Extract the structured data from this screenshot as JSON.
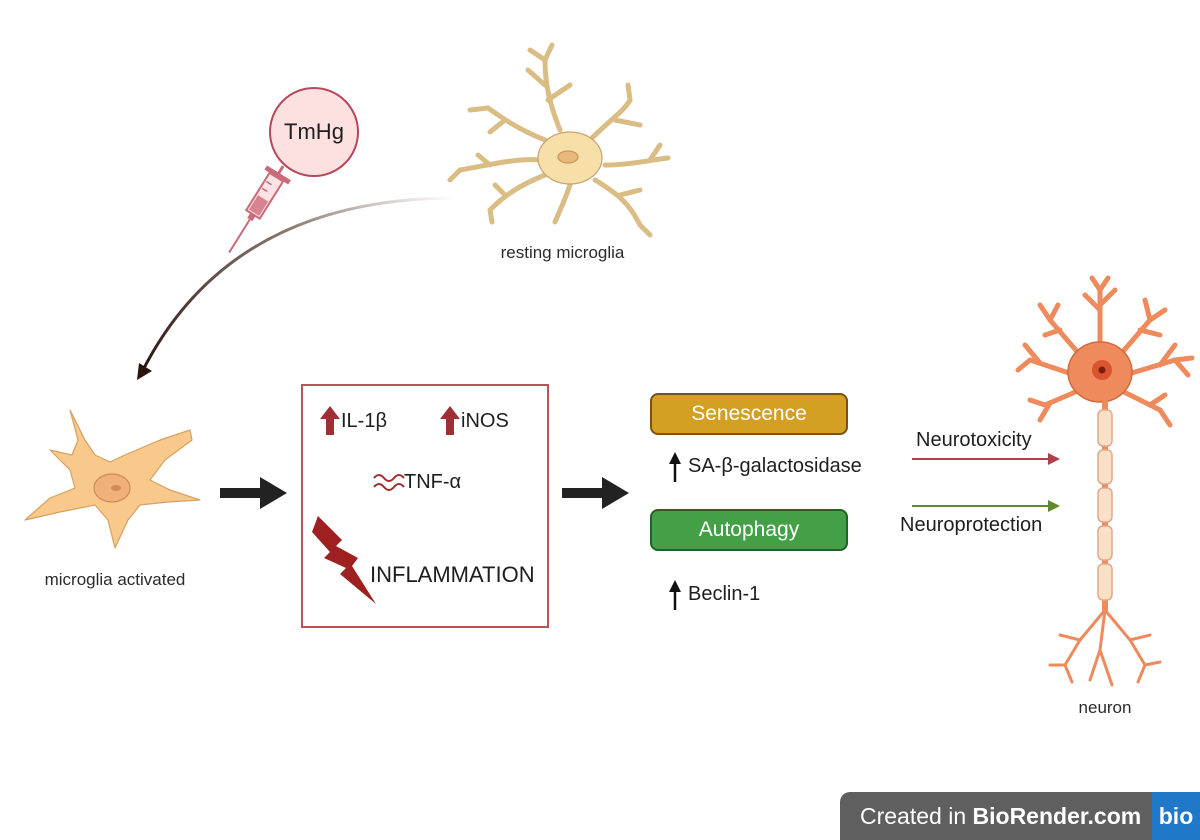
{
  "stimulus": {
    "label": "TmHg"
  },
  "cells": {
    "resting": "resting microglia",
    "activated": "microglia activated",
    "neuron": "neuron"
  },
  "inflammation_box": {
    "il1b": "IL-1β",
    "inos": "iNOS",
    "tnfa": "TNF-α",
    "inflammation": "INFLAMMATION"
  },
  "senescence": {
    "label": "Senescence",
    "marker": "SA-β-galactosidase"
  },
  "autophagy": {
    "label": "Autophagy",
    "marker": "Beclin-1"
  },
  "outcomes": {
    "toxicity": "Neurotoxicity",
    "protection": "Neuroprotection"
  },
  "watermark": {
    "prefix": "Created in ",
    "brand": "BioRender.com",
    "logo": "bio"
  },
  "colors": {
    "microglia_resting": "#f6dfa8",
    "microglia_activated": "#f8c98a",
    "neuron": "#ee8a5c",
    "box_border": "#b8545a",
    "up_arrow": "#9e3035",
    "senescence": "#d4a024",
    "autophagy": "#43a047",
    "neurotoxicity_arrow": "#b0404c",
    "neuroprotection_arrow": "#5f8a2e"
  }
}
